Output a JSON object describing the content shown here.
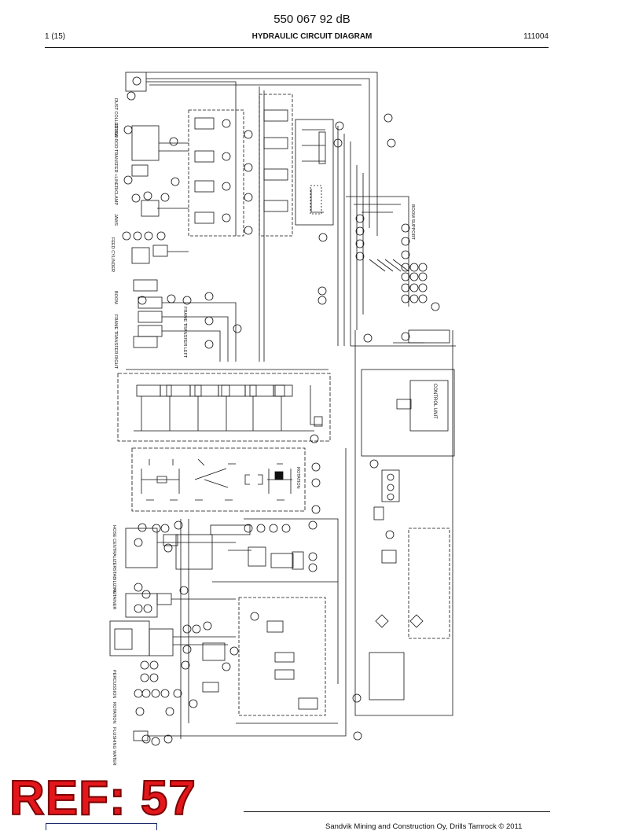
{
  "header": {
    "doc_number": "550 067 92 dB",
    "page": "1 (15)",
    "title": "HYDRAULIC CIRCUIT DIAGRAM",
    "date_code": "111004"
  },
  "diagram": {
    "left_labels": [
      "DUST COLLECTOR",
      "DRAW-ROD TRANSFER +LINER/CLAMP",
      "JAWS",
      "FEED CYLINDER",
      "BOOM",
      "FRAME TRANSFER RIGHT",
      "FRAME TRANSFER LEFT",
      "HOSE CENTRALIZER",
      "STABILIZING",
      "RETAINER",
      "PERCUSSION",
      "ROTATION",
      "FLUSHING WATER"
    ],
    "box_labels": [
      "CONTROL UNIT",
      "ROTATION",
      "BOOM SUPPORT"
    ]
  },
  "ref_badge": "REF: 57",
  "footer": {
    "copyright": "Sandvik Mining and Construction Oy, Drills Tamrock © 2011"
  },
  "colors": {
    "line": "#111111",
    "ref_badge": "#e3171b"
  }
}
